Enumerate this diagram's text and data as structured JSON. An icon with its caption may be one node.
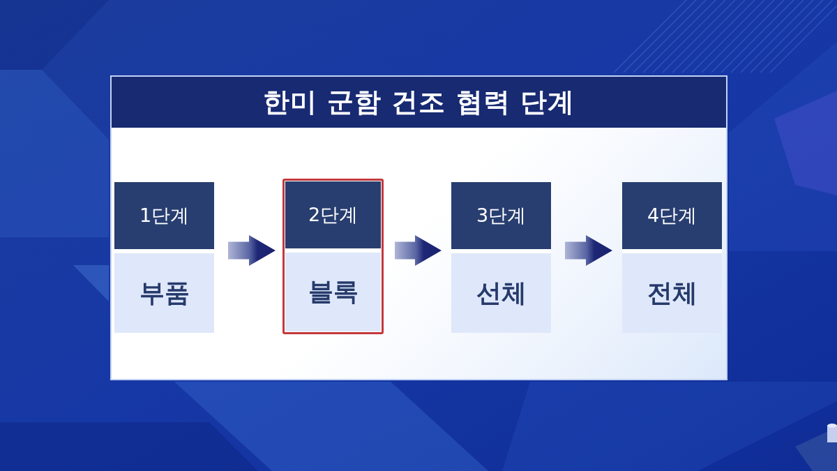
{
  "diagram": {
    "title": "한미 군함 건조 협력 단계",
    "nodes": [
      {
        "text": [
          "1단계",
          "부품"
        ]
      },
      {
        "text": [],
        "shape": "box"
      },
      {
        "text": [
          "2단계",
          "블록"
        ],
        "in": 1
      },
      {
        "text": [
          "3단계",
          "선체"
        ]
      },
      {
        "text": [
          "4단계",
          "전체"
        ]
      }
    ],
    "edges": [
      {
        "from": 0,
        "to": 2,
        "arrow": "to"
      },
      {
        "from": 2,
        "to": 3,
        "arrow": "to"
      },
      {
        "from": 3,
        "to": 4,
        "arrow": "to"
      }
    ]
  }
}
